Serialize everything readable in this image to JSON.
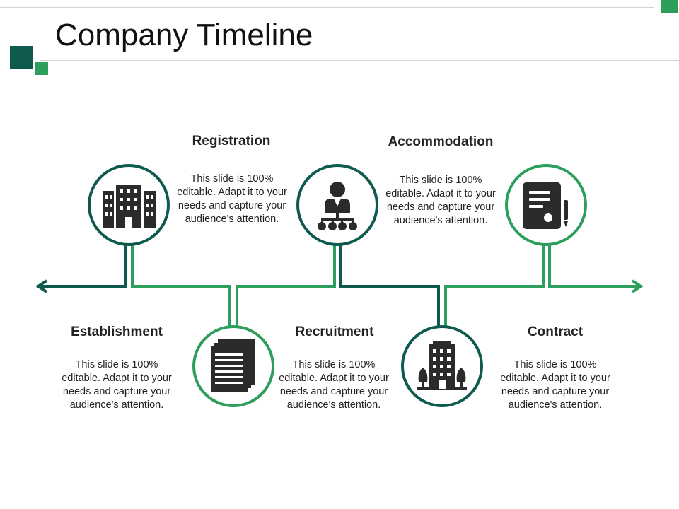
{
  "slide": {
    "title": "Company Timeline"
  },
  "colors": {
    "dark": "#0f5a4e",
    "light": "#2e9e5c",
    "icon": "#2b2b2b"
  },
  "milestones": [
    {
      "title": "Establishment",
      "desc": "This slide is 100% editable. Adapt it to your needs and capture your audience's attention.",
      "icon": "office-buildings-icon"
    },
    {
      "title": "Registration",
      "desc": "This slide is 100% editable. Adapt it to your needs and capture your audience's attention.",
      "icon": "documents-icon"
    },
    {
      "title": "Recruitment",
      "desc": "This slide is 100% editable. Adapt it to your needs and capture your audience's attention.",
      "icon": "hierarchy-person-icon"
    },
    {
      "title": "Accommodation",
      "desc": "This slide is 100% editable. Adapt it to your needs and capture your audience's attention.",
      "icon": "city-building-icon"
    },
    {
      "title": "Contract",
      "desc": "This slide is 100% editable. Adapt it to your needs and capture your audience's attention.",
      "icon": "contract-document-icon"
    }
  ]
}
